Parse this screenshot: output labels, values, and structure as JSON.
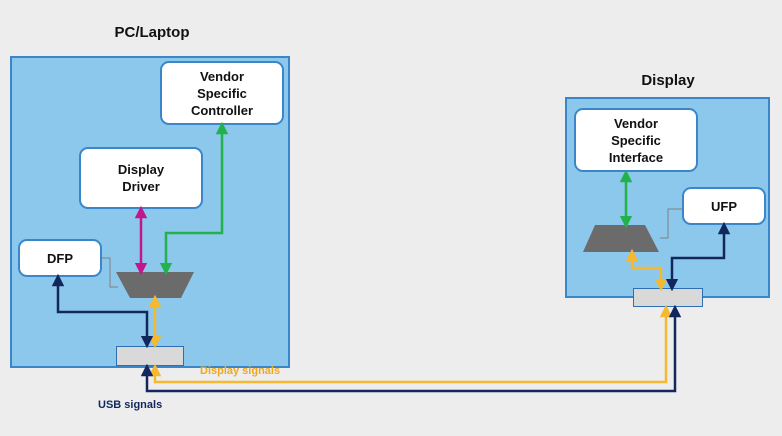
{
  "pc": {
    "title": "PC/Laptop",
    "vendor_controller": "Vendor\nSpecific\nController",
    "display_driver": "Display\nDriver",
    "dfp": "DFP"
  },
  "display": {
    "title": "Display",
    "vendor_interface": "Vendor\nSpecific\nInterface",
    "ufp": "UFP"
  },
  "signals": {
    "display_label": "Display signals",
    "usb_label": "USB signals"
  },
  "colors": {
    "panel": "#8cc8ec",
    "panel_border": "#3a86c8",
    "display_signal": "#f5b82e",
    "usb_signal": "#13275f",
    "green_link": "#22b24c",
    "magenta_link": "#c2168c",
    "mux": "#6b6b6b"
  }
}
